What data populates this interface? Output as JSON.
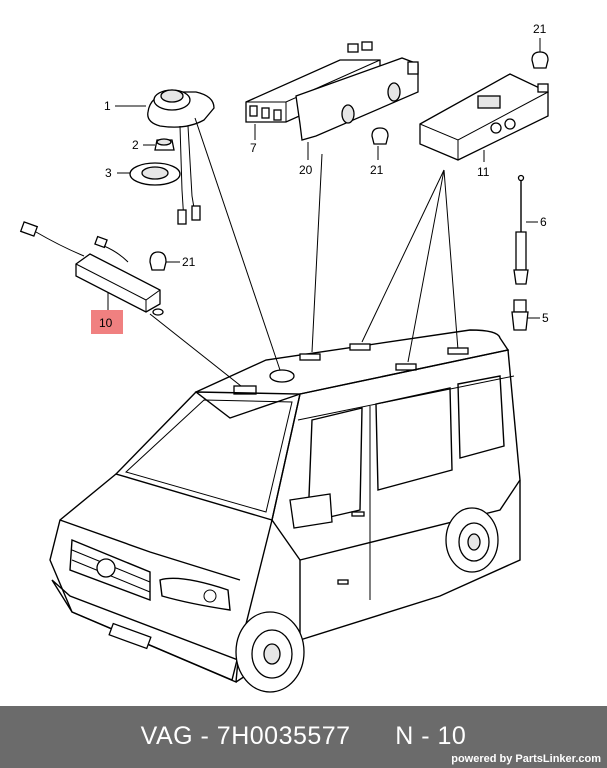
{
  "callouts": {
    "c1": "1",
    "c2": "2",
    "c3": "3",
    "c5": "5",
    "c6": "6",
    "c7": "7",
    "c10": "10",
    "c11": "11",
    "c20": "20",
    "c21a": "21",
    "c21b": "21",
    "c21c": "21"
  },
  "highlight_color": "#f08080",
  "footer": {
    "part_number": "VAG - 7H0035577      N - 10",
    "powered_by": "powered by",
    "brand": "PartsLinker.com"
  }
}
